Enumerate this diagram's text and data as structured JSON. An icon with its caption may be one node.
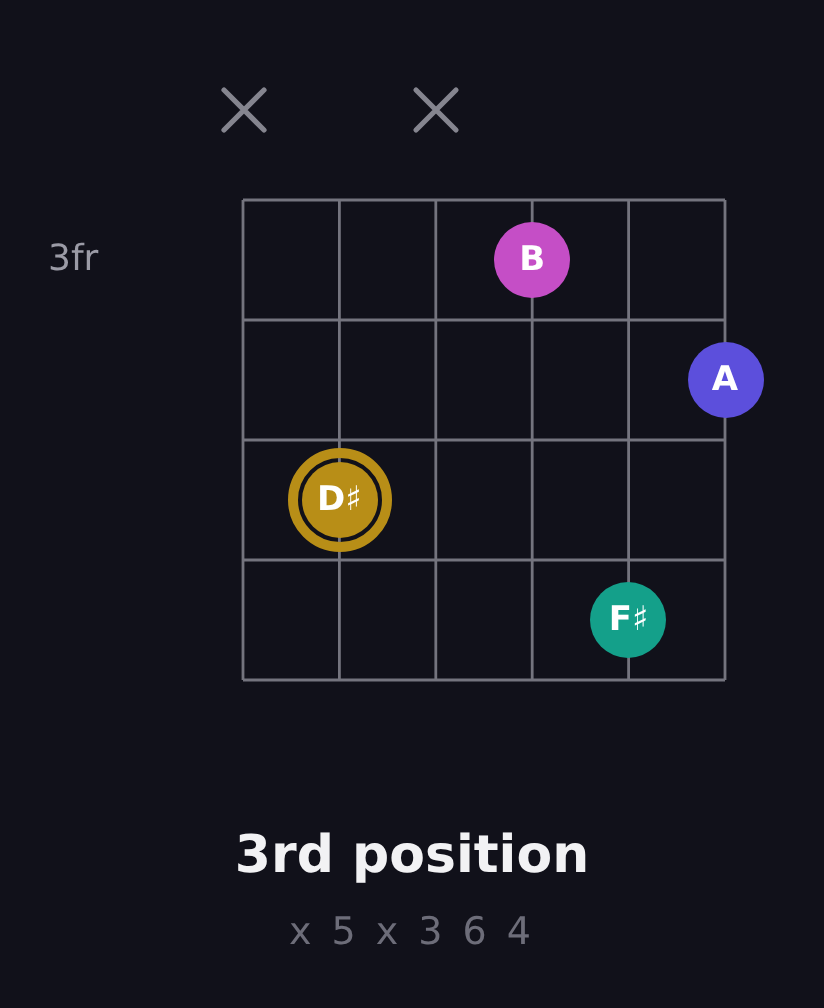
{
  "diagram": {
    "title": "3rd position",
    "nodes": [
      {
        "text": [
          "B"
        ]
      },
      {
        "text": [
          "A"
        ]
      },
      {
        "text": [
          "D♯"
        ]
      },
      {
        "text": [
          "F♯"
        ]
      }
    ],
    "edges": [],
    "labels": [
      "3fr",
      "x 5 x 3 6 4"
    ]
  }
}
